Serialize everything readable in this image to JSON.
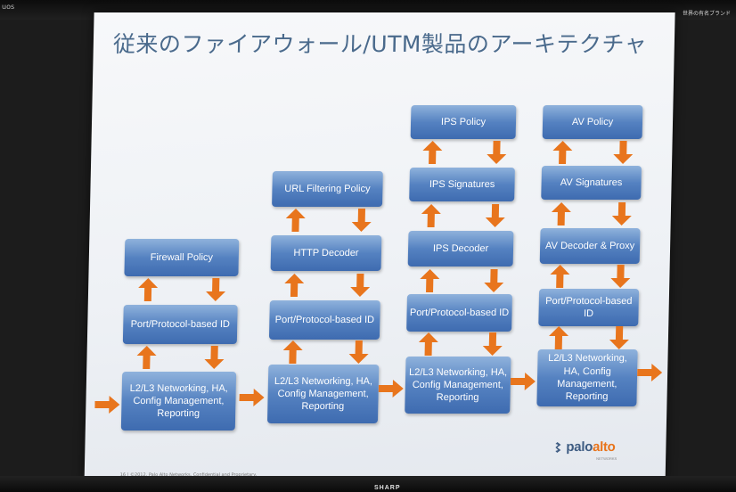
{
  "screen_corner_label": "uos",
  "screen_corner_right": "世界の有名ブランド",
  "monitor_brand": "SHARP",
  "slide": {
    "title": "従来のファイアウォール/UTM製品のアーキテクチャ",
    "footnote": "16 | ©2012, Palo Alto Networks. Confidential and Proprietary.",
    "logo_palo": "palo",
    "logo_alto": "alto",
    "logo_sub": "NETWORKS"
  },
  "columns": [
    {
      "policy": "Firewall Policy",
      "id": "Port/Protocol-based ID",
      "networking": "L2/L3 Networking, HA, Config Management, Reporting"
    },
    {
      "policy": "URL Filtering Policy",
      "decoder": "HTTP Decoder",
      "id": "Port/Protocol-based ID",
      "networking": "L2/L3 Networking, HA, Config Management, Reporting"
    },
    {
      "policy": "IPS Policy",
      "signatures": "IPS Signatures",
      "decoder": "IPS Decoder",
      "id": "Port/Protocol-based ID",
      "networking": "L2/L3 Networking, HA, Config Management, Reporting"
    },
    {
      "policy": "AV Policy",
      "signatures": "AV Signatures",
      "decoder": "AV Decoder & Proxy",
      "id": "Port/Protocol-based ID",
      "networking": "L2/L3 Networking, HA, Config Management, Reporting"
    }
  ],
  "colors": {
    "box": "#4f7ebf",
    "arrow": "#e8751d",
    "title": "#4a6a8c"
  }
}
